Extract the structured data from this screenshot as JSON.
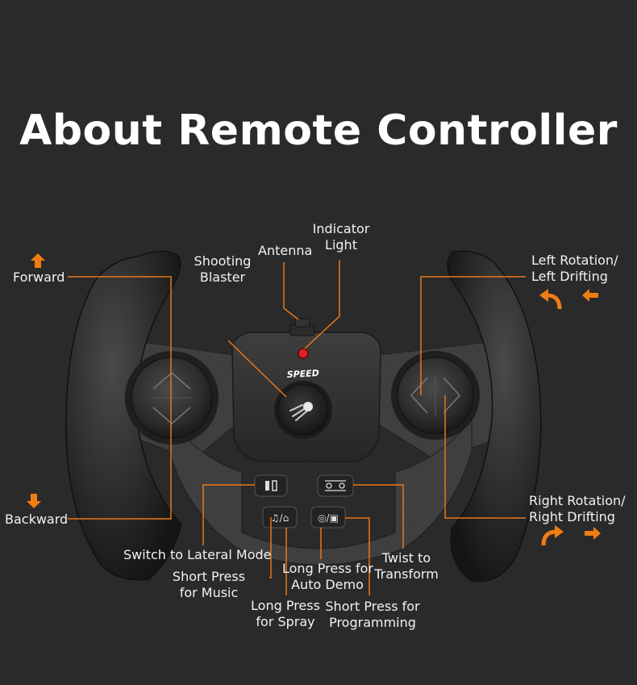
{
  "title": "About Remote Controller",
  "labels": {
    "forward": "Forward",
    "backward": "Backward",
    "shooting_blaster": [
      "Shooting",
      "Blaster"
    ],
    "antenna": "Antenna",
    "indicator_light": [
      "Indicator",
      "Light"
    ],
    "left_rotation": [
      "Left Rotation/",
      "Left Drifting"
    ],
    "right_rotation": [
      "Right Rotation/",
      "Right Drifting"
    ],
    "switch_lateral": "Switch to Lateral Mode",
    "short_press_music": [
      "Short Press",
      "for Music"
    ],
    "long_press_spray": [
      "Long Press",
      "for Spray"
    ],
    "long_press_demo": [
      "Long Press for",
      "Auto Demo"
    ],
    "short_press_programming": [
      "Short Press for",
      "Programming"
    ],
    "twist_transform": [
      "Twist to",
      "Transform"
    ],
    "speed": "SPEED"
  },
  "colors": {
    "background": "#2a2a2a",
    "accent_orange": "#f07d14",
    "callout_line": "#e8761a",
    "controller_body": "#333333",
    "indicator_red": "#e02020"
  },
  "icons": {
    "forward": "arrow-up-icon",
    "backward": "arrow-down-icon",
    "left_rotation": "rotate-left-icon",
    "left_arrow": "arrow-left-icon",
    "right_rotation": "rotate-right-icon",
    "right_arrow": "arrow-right-icon"
  }
}
